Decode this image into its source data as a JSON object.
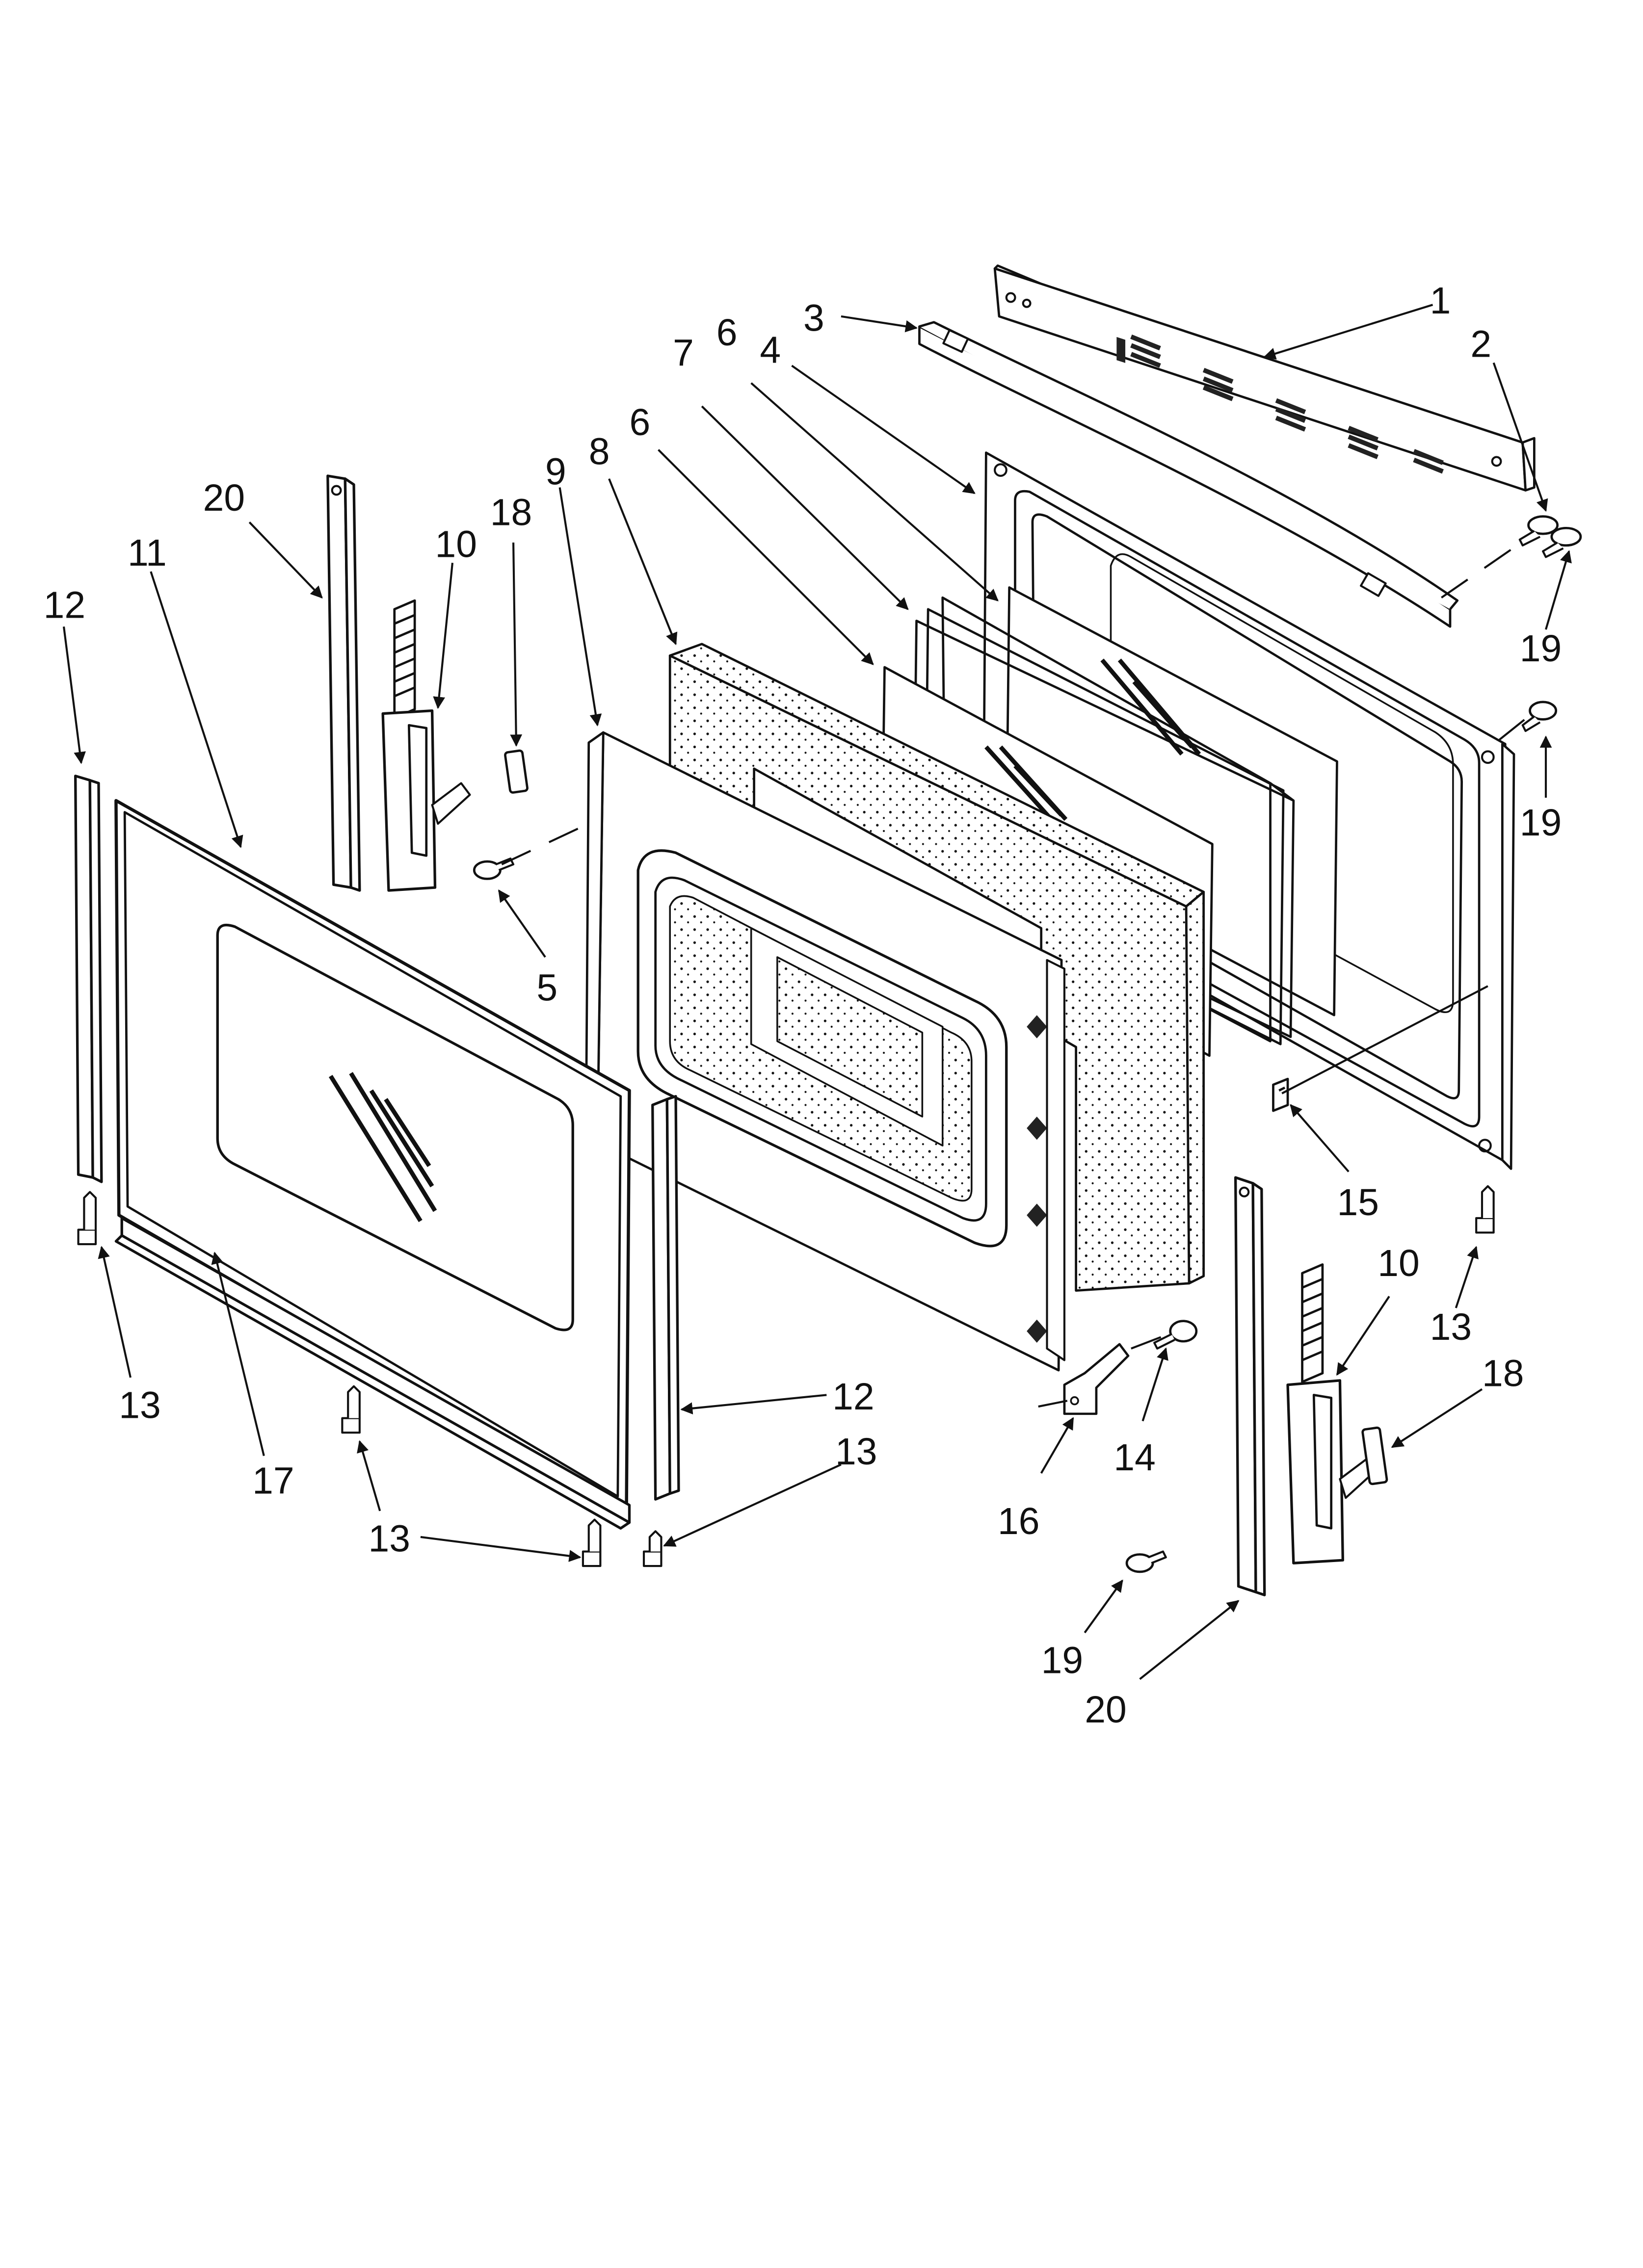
{
  "diagram": {
    "type": "exploded-parts",
    "callouts": [
      {
        "id": "c1",
        "label": "1"
      },
      {
        "id": "c2",
        "label": "2"
      },
      {
        "id": "c3",
        "label": "3"
      },
      {
        "id": "c4",
        "label": "4"
      },
      {
        "id": "c6a",
        "label": "6"
      },
      {
        "id": "c7",
        "label": "7"
      },
      {
        "id": "c6b",
        "label": "6"
      },
      {
        "id": "c8",
        "label": "8"
      },
      {
        "id": "c9",
        "label": "9"
      },
      {
        "id": "c18a",
        "label": "18"
      },
      {
        "id": "c10a",
        "label": "10"
      },
      {
        "id": "c20a",
        "label": "20"
      },
      {
        "id": "c11",
        "label": "11"
      },
      {
        "id": "c12a",
        "label": "12"
      },
      {
        "id": "c5",
        "label": "5"
      },
      {
        "id": "c19a",
        "label": "19"
      },
      {
        "id": "c19b",
        "label": "19"
      },
      {
        "id": "c15",
        "label": "15"
      },
      {
        "id": "c13a",
        "label": "13"
      },
      {
        "id": "c10b",
        "label": "10"
      },
      {
        "id": "c18b",
        "label": "18"
      },
      {
        "id": "c13b",
        "label": "13"
      },
      {
        "id": "c12b",
        "label": "12"
      },
      {
        "id": "c13c",
        "label": "13"
      },
      {
        "id": "c17",
        "label": "17"
      },
      {
        "id": "c13d",
        "label": "13"
      },
      {
        "id": "c14",
        "label": "14"
      },
      {
        "id": "c16",
        "label": "16"
      },
      {
        "id": "c19c",
        "label": "19"
      },
      {
        "id": "c20b",
        "label": "20"
      }
    ]
  }
}
